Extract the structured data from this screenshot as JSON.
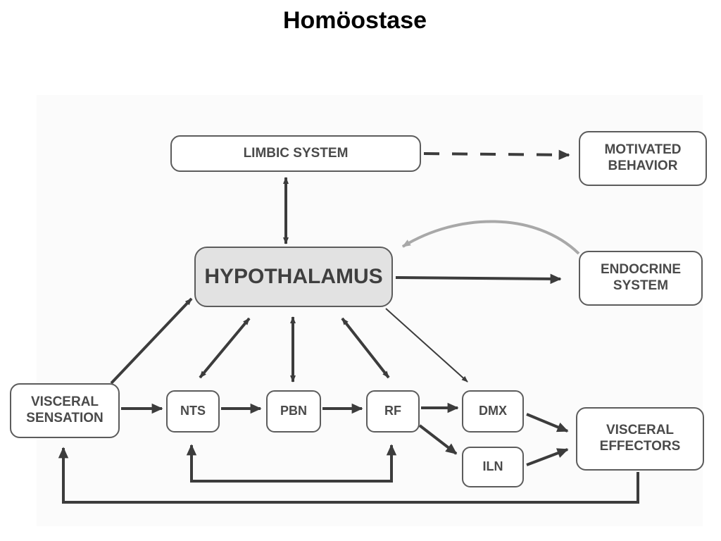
{
  "title": "Homöostase",
  "diagram": {
    "nodes": {
      "limbic": "LIMBIC SYSTEM",
      "motivated": "MOTIVATED\nBEHAVIOR",
      "hypothalamus": "HYPOTHALAMUS",
      "endocrine": "ENDOCRINE\nSYSTEM",
      "visceral_sensation": "VISCERAL\nSENSATION",
      "nts": "NTS",
      "pbn": "PBN",
      "rf": "RF",
      "dmx": "DMX",
      "iln": "ILN",
      "visceral_effectors": "VISCERAL\nEFFECTORS"
    },
    "edges": [
      {
        "from": "LIMBIC SYSTEM",
        "to": "MOTIVATED BEHAVIOR",
        "style": "dashed"
      },
      {
        "from": "LIMBIC SYSTEM",
        "to": "HYPOTHALAMUS",
        "style": "bidirectional"
      },
      {
        "from": "HYPOTHALAMUS",
        "to": "ENDOCRINE SYSTEM",
        "style": "solid"
      },
      {
        "from": "ENDOCRINE SYSTEM",
        "to": "HYPOTHALAMUS",
        "style": "curved-gray"
      },
      {
        "from": "VISCERAL SENSATION",
        "to": "HYPOTHALAMUS",
        "style": "solid"
      },
      {
        "from": "HYPOTHALAMUS",
        "to": "NTS",
        "style": "bidirectional"
      },
      {
        "from": "HYPOTHALAMUS",
        "to": "PBN",
        "style": "bidirectional"
      },
      {
        "from": "HYPOTHALAMUS",
        "to": "RF",
        "style": "bidirectional"
      },
      {
        "from": "HYPOTHALAMUS",
        "to": "DMX",
        "style": "thin"
      },
      {
        "from": "VISCERAL SENSATION",
        "to": "NTS",
        "style": "solid"
      },
      {
        "from": "NTS",
        "to": "PBN",
        "style": "solid"
      },
      {
        "from": "PBN",
        "to": "RF",
        "style": "solid"
      },
      {
        "from": "RF",
        "to": "DMX",
        "style": "solid"
      },
      {
        "from": "RF",
        "to": "ILN",
        "style": "solid"
      },
      {
        "from": "DMX",
        "to": "VISCERAL EFFECTORS",
        "style": "solid"
      },
      {
        "from": "ILN",
        "to": "VISCERAL EFFECTORS",
        "style": "solid"
      },
      {
        "from": "VISCERAL EFFECTORS",
        "to": "VISCERAL SENSATION",
        "style": "feedback"
      },
      {
        "from": "NTS",
        "to": "RF",
        "style": "bracket"
      }
    ]
  },
  "colors": {
    "edge": "#3c3c3c",
    "gray_edge": "#a8a8a8",
    "node_border": "#5c5c5c",
    "hypothalamus_fill": "#e2e2e2"
  }
}
